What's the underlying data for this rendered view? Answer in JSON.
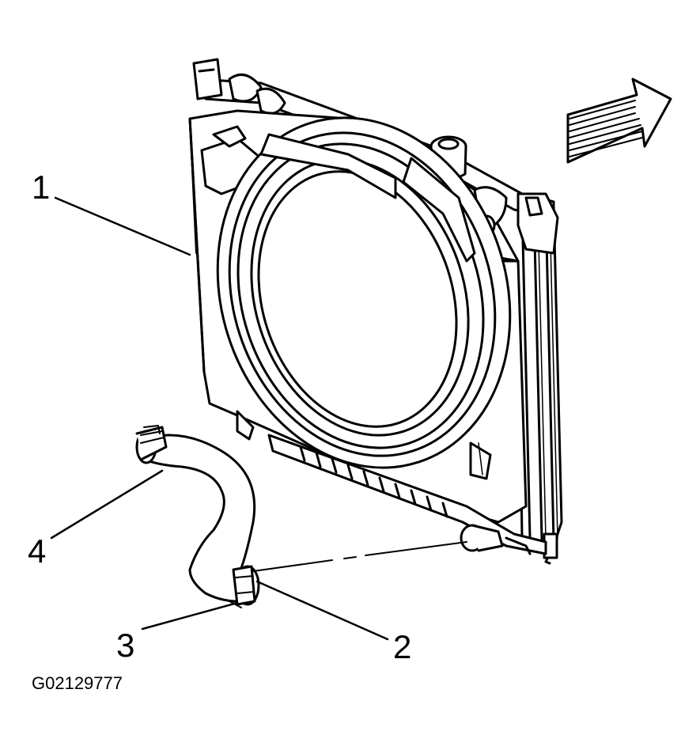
{
  "callouts": [
    {
      "id": "1",
      "label": "1"
    },
    {
      "id": "2",
      "label": "2"
    },
    {
      "id": "3",
      "label": "3"
    },
    {
      "id": "4",
      "label": "4"
    }
  ],
  "figure_id": "G02129777",
  "colors": {
    "line": "#000000",
    "background": "#ffffff"
  },
  "icons": {
    "direction_arrow": "forward-arrow-icon"
  }
}
